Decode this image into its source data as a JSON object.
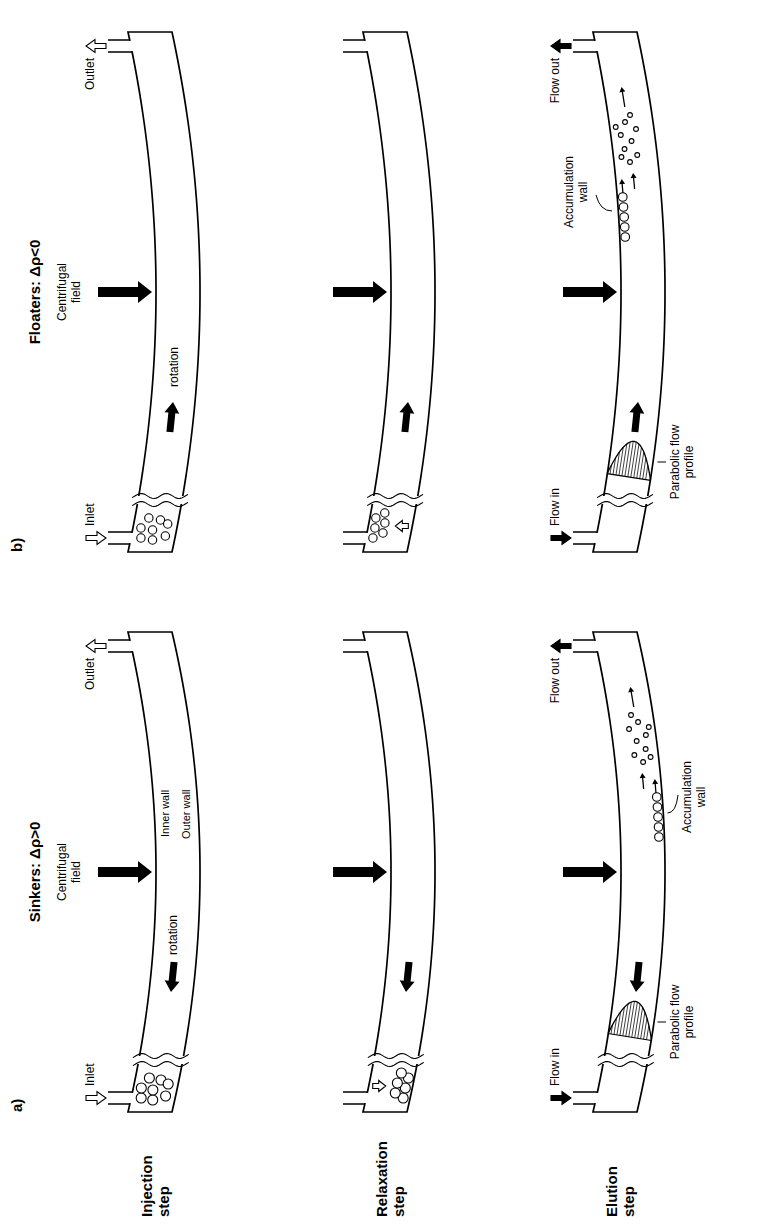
{
  "diagram": {
    "labels": [
      "a)",
      "Sinkers: Δρ>0",
      "b)",
      "Floaters: Δρ<0",
      "Injection step",
      "Relaxation step",
      "Elution step",
      "Inlet",
      "Centrifugal field",
      "rotation",
      "Inner wall",
      "Outer wall",
      "Outlet",
      "Flow in",
      "Parabolic flow profile",
      "Accumulation wall",
      "Flow out",
      "Inlet",
      "Centrifugal field",
      "rotation",
      "Outlet",
      "Flow in",
      "Parabolic flow profile",
      "Accumulation wall",
      "Flow out"
    ]
  }
}
